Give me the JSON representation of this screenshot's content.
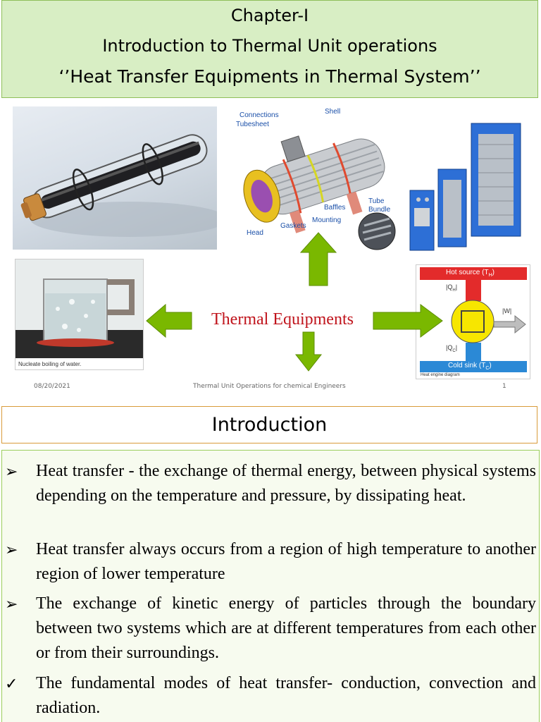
{
  "slide1": {
    "title": {
      "chapter": "Chapter-I",
      "subtitle": "Introduction to Thermal Unit operations",
      "quote": "‘’Heat Transfer Equipments in Thermal System’’"
    },
    "heat_exchanger_labels": {
      "connections": "Connections",
      "tubesheet": "Tubesheet",
      "shell": "Shell",
      "baffles": "Baffles",
      "tube_bundle_1": "Tube",
      "tube_bundle_2": "Bundle",
      "mounting": "Mounting",
      "gaskets": "Gaskets",
      "head": "Head"
    },
    "center_label": "Thermal Equipments",
    "pot_caption": "Nucleate boiling of water.",
    "engine": {
      "hot_source": "Hot source (T",
      "hot_sub": "H",
      "cold_sink": "Cold sink (T",
      "cold_sub": "C",
      "qh": "|Q",
      "qh_sub": "H",
      "qc": "|Q",
      "qc_sub": "C",
      "w": "|W|",
      "caption": "Heat engine diagram"
    },
    "footer": {
      "date": "08/20/2021",
      "course": "Thermal Unit Operations for chemical Engineers",
      "page": "1"
    },
    "colors": {
      "title_bg": "#d8eec4",
      "arrow_green": "#7ab800",
      "center_text": "#c0141c"
    }
  },
  "slide2": {
    "heading": "Introduction",
    "bullets": [
      {
        "mark": "➢",
        "text": "Heat transfer - the exchange of thermal energy, between physical systems depending on the temperature and pressure, by dissipating heat."
      },
      {
        "mark": "➢",
        "text": "Heat transfer always occurs from a region of high temperature to another region of lower temperature"
      },
      {
        "mark": "➢",
        "text": "The exchange of kinetic energy of particles through the boundary between two systems which are at different temperatures from each other or from their surroundings."
      },
      {
        "mark": "✓",
        "text": "The fundamental modes of heat transfer- conduction, convection and radiation."
      }
    ]
  }
}
